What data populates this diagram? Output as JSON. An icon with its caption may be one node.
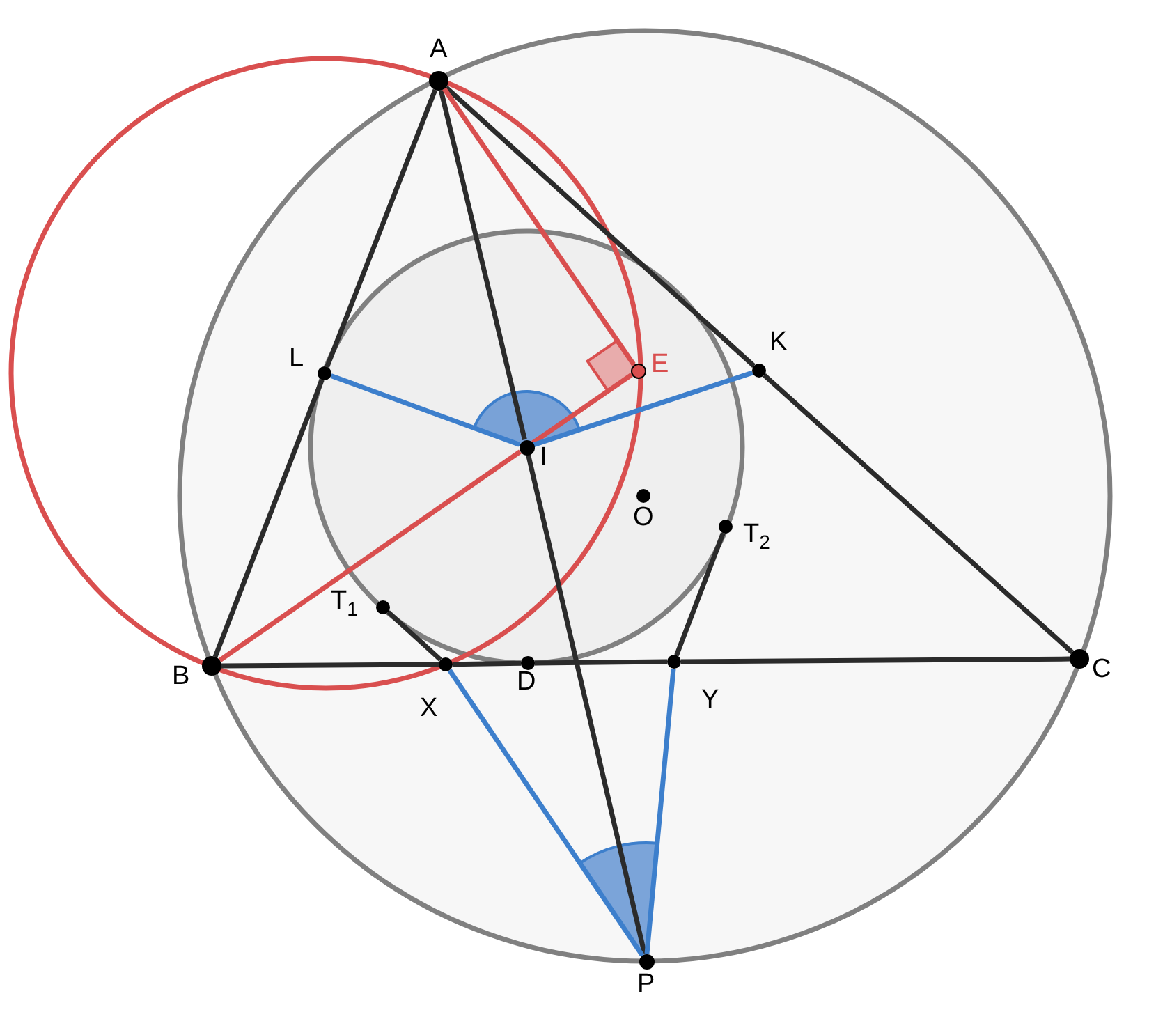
{
  "diagram": {
    "nodes": [
      {
        "text": [
          "A"
        ]
      },
      {
        "text": [
          "L"
        ]
      },
      {
        "text": [
          "K"
        ]
      },
      {
        "text": [
          "E"
        ]
      },
      {
        "text": [
          "I"
        ]
      },
      {
        "text": [
          "O"
        ]
      },
      {
        "text": [
          "T$_{1}$"
        ]
      },
      {
        "text": [
          "T$_{2}$"
        ]
      },
      {
        "text": [
          "B"
        ]
      },
      {
        "text": [
          "X"
        ]
      },
      {
        "text": [
          "D"
        ]
      },
      {
        "text": [
          "Y"
        ]
      },
      {
        "text": [
          "C"
        ]
      },
      {
        "text": [
          "P"
        ]
      }
    ],
    "edges": [
      {
        "from": 0,
        "to": 1,
        "arrow": "none"
      },
      {
        "from": 1,
        "to": 8,
        "arrow": "none"
      },
      {
        "from": 0,
        "to": 2,
        "arrow": "none"
      },
      {
        "from": 2,
        "to": 12,
        "arrow": "none"
      },
      {
        "from": 8,
        "to": 9,
        "arrow": "none"
      },
      {
        "from": 9,
        "to": 10,
        "arrow": "none"
      },
      {
        "from": 10,
        "to": 11,
        "arrow": "none"
      },
      {
        "from": 11,
        "to": 12,
        "arrow": "none"
      },
      {
        "from": 0,
        "to": 4,
        "arrow": "none"
      },
      {
        "from": 4,
        "to": 13,
        "arrow": "none"
      },
      {
        "from": 8,
        "to": 4,
        "arrow": "none",
        "color": "#d94f4f"
      },
      {
        "from": 4,
        "to": 3,
        "arrow": "none",
        "color": "#d94f4f"
      },
      {
        "from": 0,
        "to": 3,
        "arrow": "none",
        "color": "#d94f4f"
      },
      {
        "from": 4,
        "to": 1,
        "arrow": "none",
        "color": "#3d7fcc"
      },
      {
        "from": 4,
        "to": 2,
        "arrow": "none",
        "color": "#3d7fcc"
      },
      {
        "from": 6,
        "to": 9,
        "arrow": "none"
      },
      {
        "from": 7,
        "to": 11,
        "arrow": "none"
      },
      {
        "from": 9,
        "to": 13,
        "arrow": "none",
        "color": "#3d7fcc"
      },
      {
        "from": 11,
        "to": 13,
        "arrow": "none",
        "color": "#3d7fcc"
      }
    ]
  }
}
